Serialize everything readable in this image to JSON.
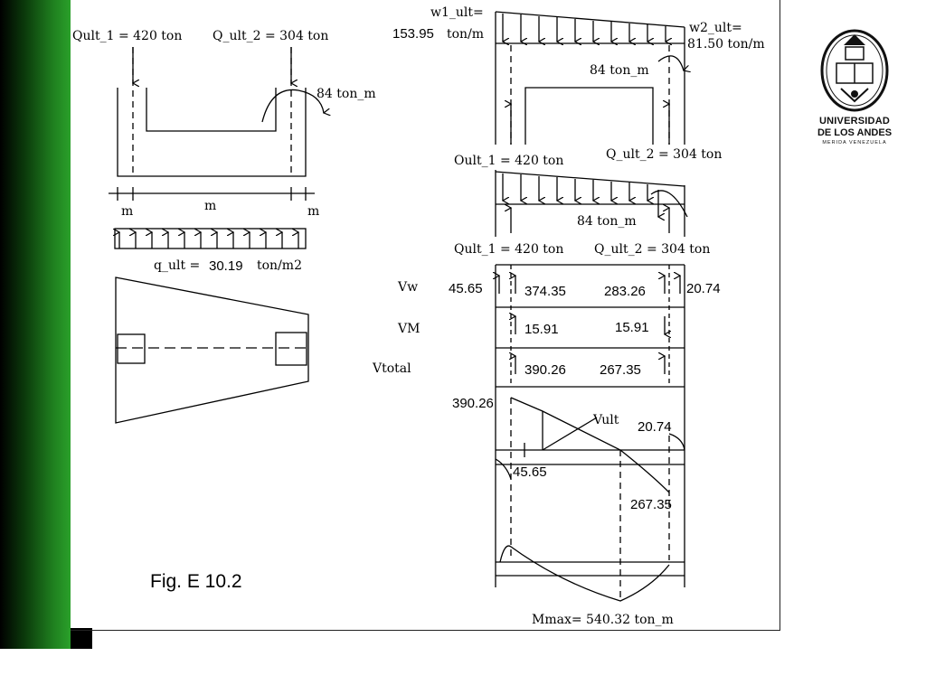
{
  "caption": "Fig. E 10.2",
  "logo": {
    "line1": "UNIVERSIDAD",
    "line2": "DE LOS ANDES",
    "line3": "MERIDA VENEZUELA"
  },
  "labels": {
    "qult1_top": "Qult_1 = 420 ton",
    "qult2_top": "Q_ult_2 = 304 ton",
    "moment_left": "84 ton_m",
    "dim_m1": "m",
    "dim_m2": "m",
    "dim_m3": "m",
    "q_ult_label": "q_ult =",
    "q_ult_value": "30.19",
    "q_ult_unit": "ton/m2",
    "w1_line1": "w1_ult=",
    "w1_line2": "153.95",
    "w1_line3": "ton/m",
    "w2_line1": "w2_ult=",
    "w2_line2": "81.50 ton/m",
    "moment_right1": "84 ton_m",
    "qult1_mid": "Oult_1 = 420 ton",
    "qult2_mid": "Q_ult_2 = 304 ton",
    "moment_right2": "84 ton_m",
    "qult1_low": "Qult_1 = 420 ton",
    "qult2_low": "Q_ult_2 = 304 ton",
    "vw_label": "Vw",
    "vm_label": "VM",
    "vtotal_label": "Vtotal",
    "vw_1": "45.65",
    "vw_2": "374.35",
    "vw_3": "283.26",
    "vw_4": "20.74",
    "vm_1": "15.91",
    "vm_2": "15.91",
    "vt_1": "390.26",
    "vt_2": "267.35",
    "sd_390": "390.26",
    "sd_vult": "Vult",
    "sd_2074": "20.74",
    "sd_4565": "45.65",
    "sd_26735": "267.35",
    "mmax": "Mmax= 540.32 ton_m"
  }
}
